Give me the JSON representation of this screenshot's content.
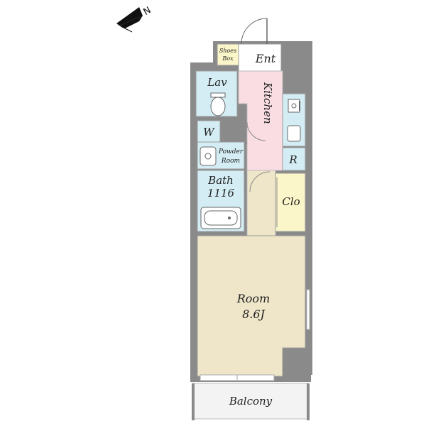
{
  "compass": {
    "north_label": "N",
    "icon": "compass-arrow"
  },
  "rooms": {
    "entrance": "Ent",
    "shoes_box_line1": "Shoes",
    "shoes_box_line2": "Box",
    "lavatory": "Lav",
    "kitchen": "Kitchen",
    "washer": "W",
    "powder_room_line1": "Powder",
    "powder_room_line2": "Room",
    "refrigerator": "R",
    "bath_line1": "Bath",
    "bath_line2": "1116",
    "closet": "Clo",
    "room_line1": "Room",
    "room_line2": "8.6J",
    "balcony": "Balcony"
  },
  "colors": {
    "wall": "#8a8a8a",
    "wet_area": "#d4edf4",
    "kitchen_floor": "#f9dde3",
    "room_floor": "#efe6c9",
    "closet_floor": "#fbf6c9",
    "shoes_box": "#fbf6c9",
    "balcony": "#f3f3f3"
  }
}
